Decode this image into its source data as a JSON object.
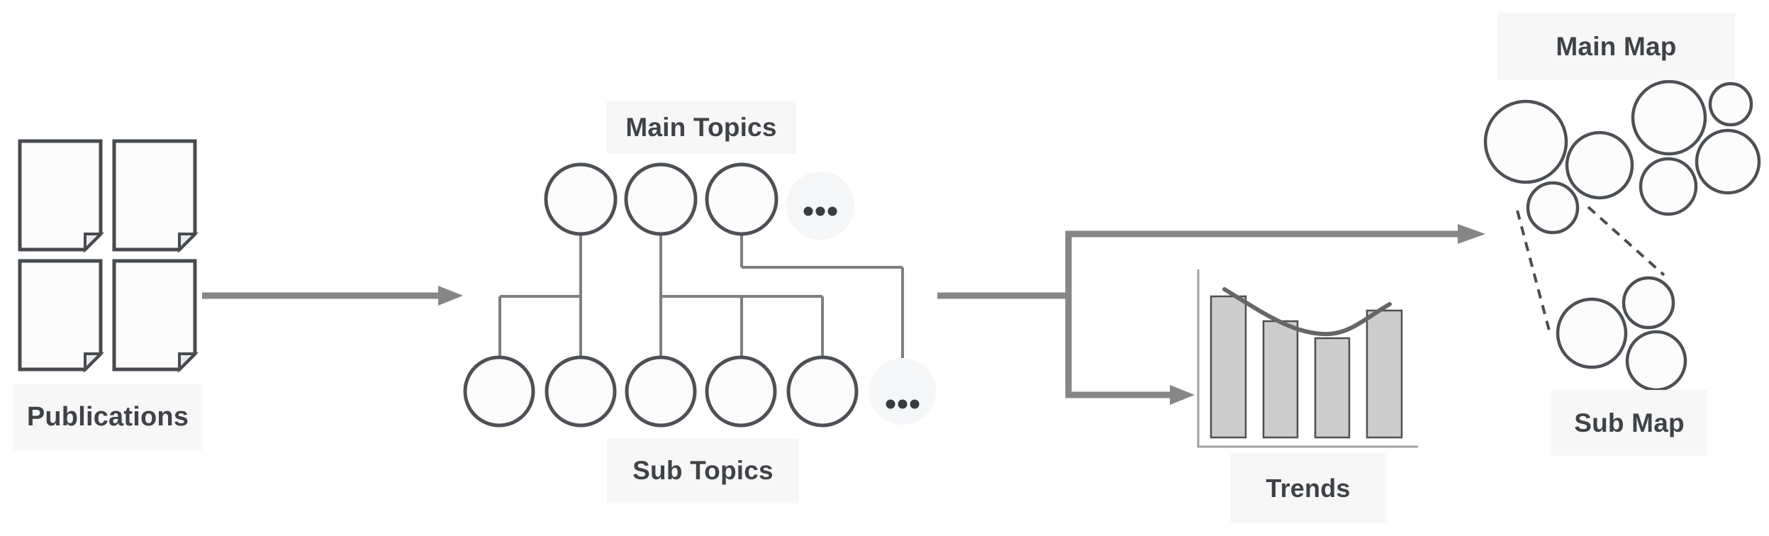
{
  "figure": {
    "type": "pipeline-diagram",
    "description": "Flow from publications to topic hierarchy, then to trends chart and topic maps"
  },
  "labels": {
    "publications": "Publications",
    "main_topics": "Main Topics",
    "sub_topics": "Sub Topics",
    "trends": "Trends",
    "main_map": "Main Map",
    "sub_map": "Sub Map"
  },
  "publications": {
    "document_count": 4
  },
  "topics": {
    "main_node_count": 3,
    "main_ellipsis": "...",
    "sub_node_count": 5,
    "sub_ellipsis": "...",
    "edges": [
      "main1-sub1",
      "main1-sub2",
      "main2-sub3",
      "main2-sub4",
      "main2-sub5",
      "main3-sub-ellipsis"
    ]
  },
  "trends_chart": {
    "type": "bar",
    "title": "Trends",
    "bar_heights": [
      199,
      164,
      140,
      179
    ],
    "bar_count": 4,
    "overlay_curve": "falls from first bar, dips near third bar, rises over fourth bar",
    "axes_labeled": false,
    "grid": false
  },
  "main_map": {
    "bubble_count": 7
  },
  "sub_map": {
    "bubble_count": 3,
    "dashed_link_count": 2
  },
  "colors": {
    "background": "#ffffff",
    "text": "#3f4347",
    "label_background": "#f7f7f7",
    "node_stroke": "#4d5156",
    "node_fill": "#fcfcfc",
    "tree_line": "#7f7f7f",
    "arrow": "#868686",
    "bar_fill": "#cdcdcd",
    "bar_stroke": "#4f4f4f",
    "curve": "#666666",
    "axis": "#a2a2a2",
    "dashed_link": "#4c4c4c",
    "ellipsis_dots": "#373c41"
  }
}
